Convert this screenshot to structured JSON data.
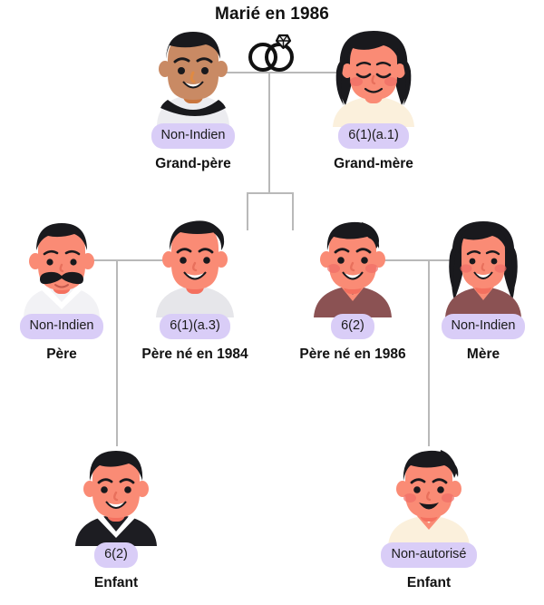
{
  "diagram": {
    "title": "Marié en 1986",
    "icons": {
      "rings": "wedding-rings-icon"
    },
    "colors": {
      "badge_bg": "#d9cdf7",
      "badge_text": "#1b1b1b",
      "line": "#b9b9b9",
      "text": "#111111",
      "skin_salmon": "#fa8b75",
      "skin_tan": "#c98a64",
      "hair_black": "#19191d",
      "shirt_white": "#ececf0",
      "shirt_cream": "#fbf0dc",
      "shirt_maroon": "#8b5253",
      "shirt_black": "#1d1d22"
    },
    "generations": [
      {
        "name": "grandparents",
        "people": [
          {
            "id": "grand-pere",
            "caption": "Grand-père",
            "badge": "Non-Indien"
          },
          {
            "id": "grand-mere",
            "caption": "Grand-mère",
            "badge": "6(1)(a.1)"
          }
        ]
      },
      {
        "name": "parents",
        "people": [
          {
            "id": "pere",
            "caption": "Père",
            "badge": "Non-Indien"
          },
          {
            "id": "pere-ne-1984",
            "caption": "Père né en 1984",
            "badge": "6(1)(a.3)"
          },
          {
            "id": "pere-ne-1986",
            "caption": "Père né en 1986",
            "badge": "6(2)"
          },
          {
            "id": "mere",
            "caption": "Mère",
            "badge": "Non-Indien"
          }
        ]
      },
      {
        "name": "children",
        "people": [
          {
            "id": "enfant-gauche",
            "caption": "Enfant",
            "badge": "6(2)"
          },
          {
            "id": "enfant-droit",
            "caption": "Enfant",
            "badge": "Non-autorisé"
          }
        ]
      }
    ]
  }
}
